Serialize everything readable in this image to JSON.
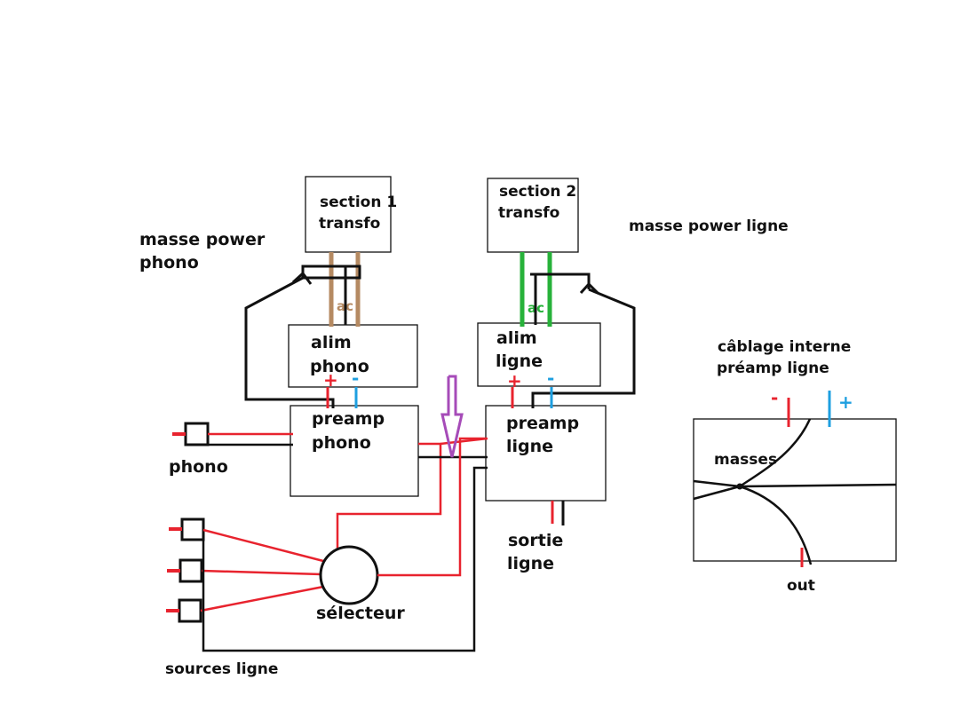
{
  "labels": {
    "section1": [
      "section 1",
      "transfo"
    ],
    "section2": [
      "section 2",
      "transfo"
    ],
    "masse_power_phono": [
      "masse power",
      "phono"
    ],
    "masse_power_ligne": "masse power ligne",
    "ac1": "ac",
    "ac2": "ac",
    "alim_phono": [
      "alim",
      "phono"
    ],
    "alim_ligne": [
      "alim",
      "ligne"
    ],
    "preamp_phono": [
      "preamp",
      "phono"
    ],
    "preamp_ligne": [
      "preamp",
      "ligne"
    ],
    "phono": "phono",
    "selecteur": "sélecteur",
    "sources_ligne": "sources ligne",
    "sortie_ligne": [
      "sortie",
      "ligne"
    ],
    "cablage_interne": [
      "câblage interne",
      "préamp ligne"
    ],
    "masses": "masses",
    "out": "out",
    "plus": "+",
    "minus": "-"
  },
  "colors": {
    "wire_black": "#111111",
    "wire_red": "#e8232e",
    "wire_blue": "#1e9fe0",
    "ac_brown": "#b58a62",
    "ac_green": "#27b23a",
    "arrow_purple": "#a64bb8"
  }
}
